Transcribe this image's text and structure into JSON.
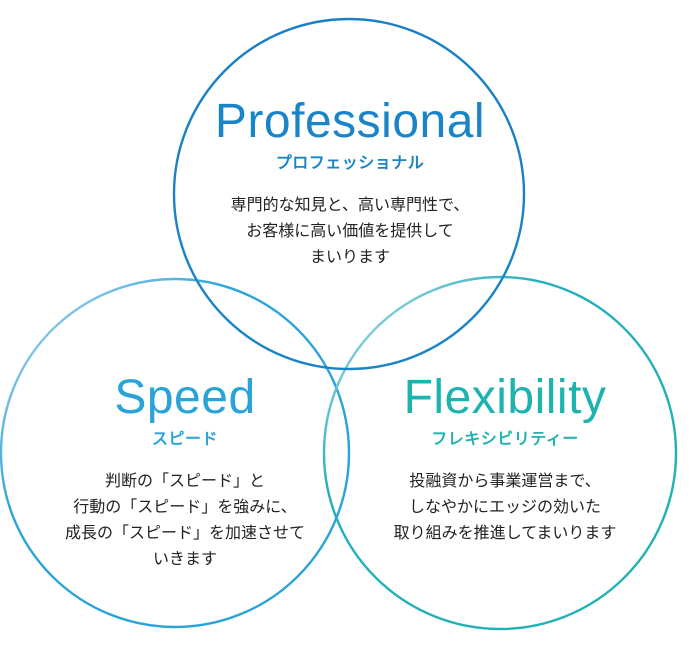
{
  "colors": {
    "professional": "#1a84c8",
    "speed": "#2aa3d8",
    "flexibility": "#1fb3b0"
  },
  "circles": [
    {
      "key": "professional",
      "title": "Professional",
      "subtitle": "プロフェッショナル",
      "description": "専門的な知見と、高い専門性で、\nお客様に高い価値を提供して\nまいります"
    },
    {
      "key": "speed",
      "title": "Speed",
      "subtitle": "スピード",
      "description": "判断の「スピード」と\n行動の「スピード」を強みに、\n成長の「スピード」を加速させて\nいきます"
    },
    {
      "key": "flexibility",
      "title": "Flexibility",
      "subtitle": "フレキシビリティー",
      "description": "投融資から事業運営まで、\nしなやかにエッジの効いた\n取り組みを推進してまいります"
    }
  ]
}
